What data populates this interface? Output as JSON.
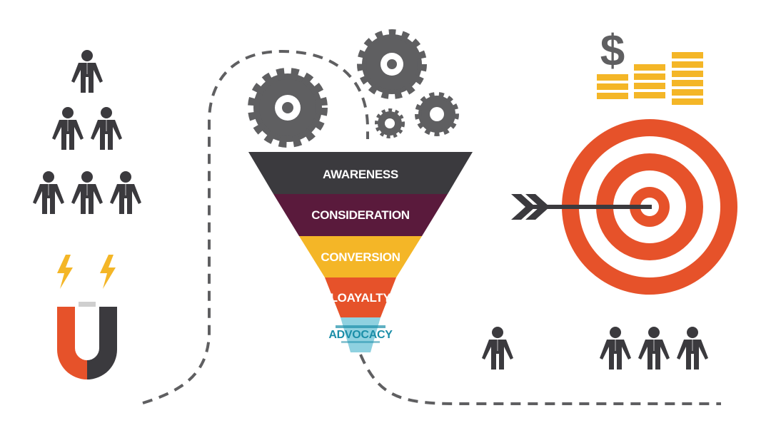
{
  "funnel": {
    "stages": [
      {
        "label": "AWARENESS",
        "color": "#3b3a3e",
        "text_color": "#ffffff"
      },
      {
        "label": "CONSIDERATION",
        "color": "#5a1a3c",
        "text_color": "#ffffff"
      },
      {
        "label": "CONVERSION",
        "color": "#f4b627",
        "text_color": "#ffffff"
      },
      {
        "label": "LOAYALTY",
        "color": "#e6522a",
        "text_color": "#ffffff"
      },
      {
        "label": "ADVOCACY",
        "color": "#8fd1e0",
        "text_color": "#1b8ea8"
      }
    ]
  },
  "icons": {
    "dollar": "$",
    "people_pyramid": "person-icon",
    "magnet": "magnet-icon",
    "gears": "gear-icon",
    "target": "target-icon",
    "arrow": "arrow-icon",
    "coins": "coin-stack-icon"
  },
  "colors": {
    "dark": "#3b3a3e",
    "gray": "#5f5f61",
    "orange": "#e6522a",
    "yellow": "#f4b627",
    "white": "#ffffff"
  }
}
